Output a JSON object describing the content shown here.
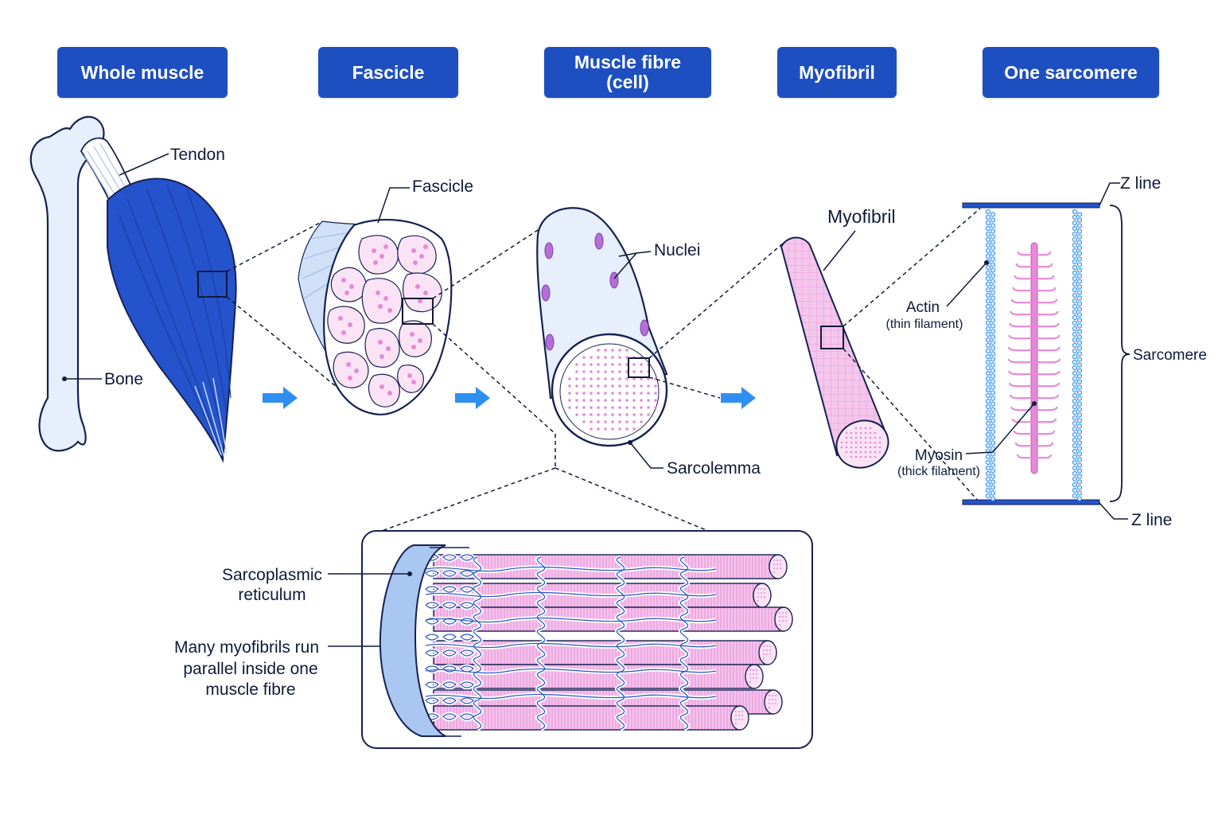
{
  "headers": {
    "whole_muscle": "Whole muscle",
    "fascicle": "Fascicle",
    "muscle_fibre_line1": "Muscle fibre",
    "muscle_fibre_line2": "(cell)",
    "myofibril": "Myofibril",
    "one_sarcomere": "One sarcomere"
  },
  "labels": {
    "tendon": "Tendon",
    "bone": "Bone",
    "fascicle": "Fascicle",
    "nuclei": "Nuclei",
    "sarcolemma": "Sarcolemma",
    "myofibril": "Myofibril",
    "z_line_top": "Z line",
    "z_line_bottom": "Z line",
    "actin": "Actin",
    "actin_sub": "(thin filament)",
    "myosin": "Myosin",
    "myosin_sub": "(thick filament)",
    "sarcomere": "Sarcomere",
    "sr_line1": "Sarcoplasmic",
    "sr_line2": "reticulum",
    "many_line1": "Many myofibrils run",
    "many_line2": "parallel inside one",
    "many_line3": "muscle fibre"
  },
  "colors": {
    "header_blue": "#1e4fc0",
    "muscle_blue": "#2553cc",
    "bone_fill": "#e6effb",
    "pale_blue": "#cfe0f7",
    "pink": "#e68ad8",
    "pink_fill": "#f6c8ee",
    "nucleus_purple": "#b56fd6",
    "arrow_blue": "#2f8ff0",
    "outline_navy": "#162152"
  }
}
